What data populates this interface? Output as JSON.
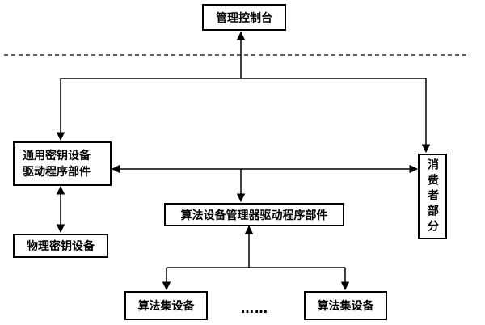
{
  "nodes": {
    "management_console": "管理控制台",
    "general_driver_line1": "通用密钥设备",
    "general_driver_line2": "驱动程序部件",
    "consumer": "消费者部分",
    "algorithm_manager_driver": "算法设备管理器驱动程序部件",
    "physical_key_device": "物理密钥设备",
    "algorithm_set_device_1": "算法集设备",
    "algorithm_set_device_2": "算法集设备"
  },
  "ellipsis": "……",
  "colors": {
    "line": "#000000",
    "box_border": "#000000",
    "background": "#ffffff"
  }
}
